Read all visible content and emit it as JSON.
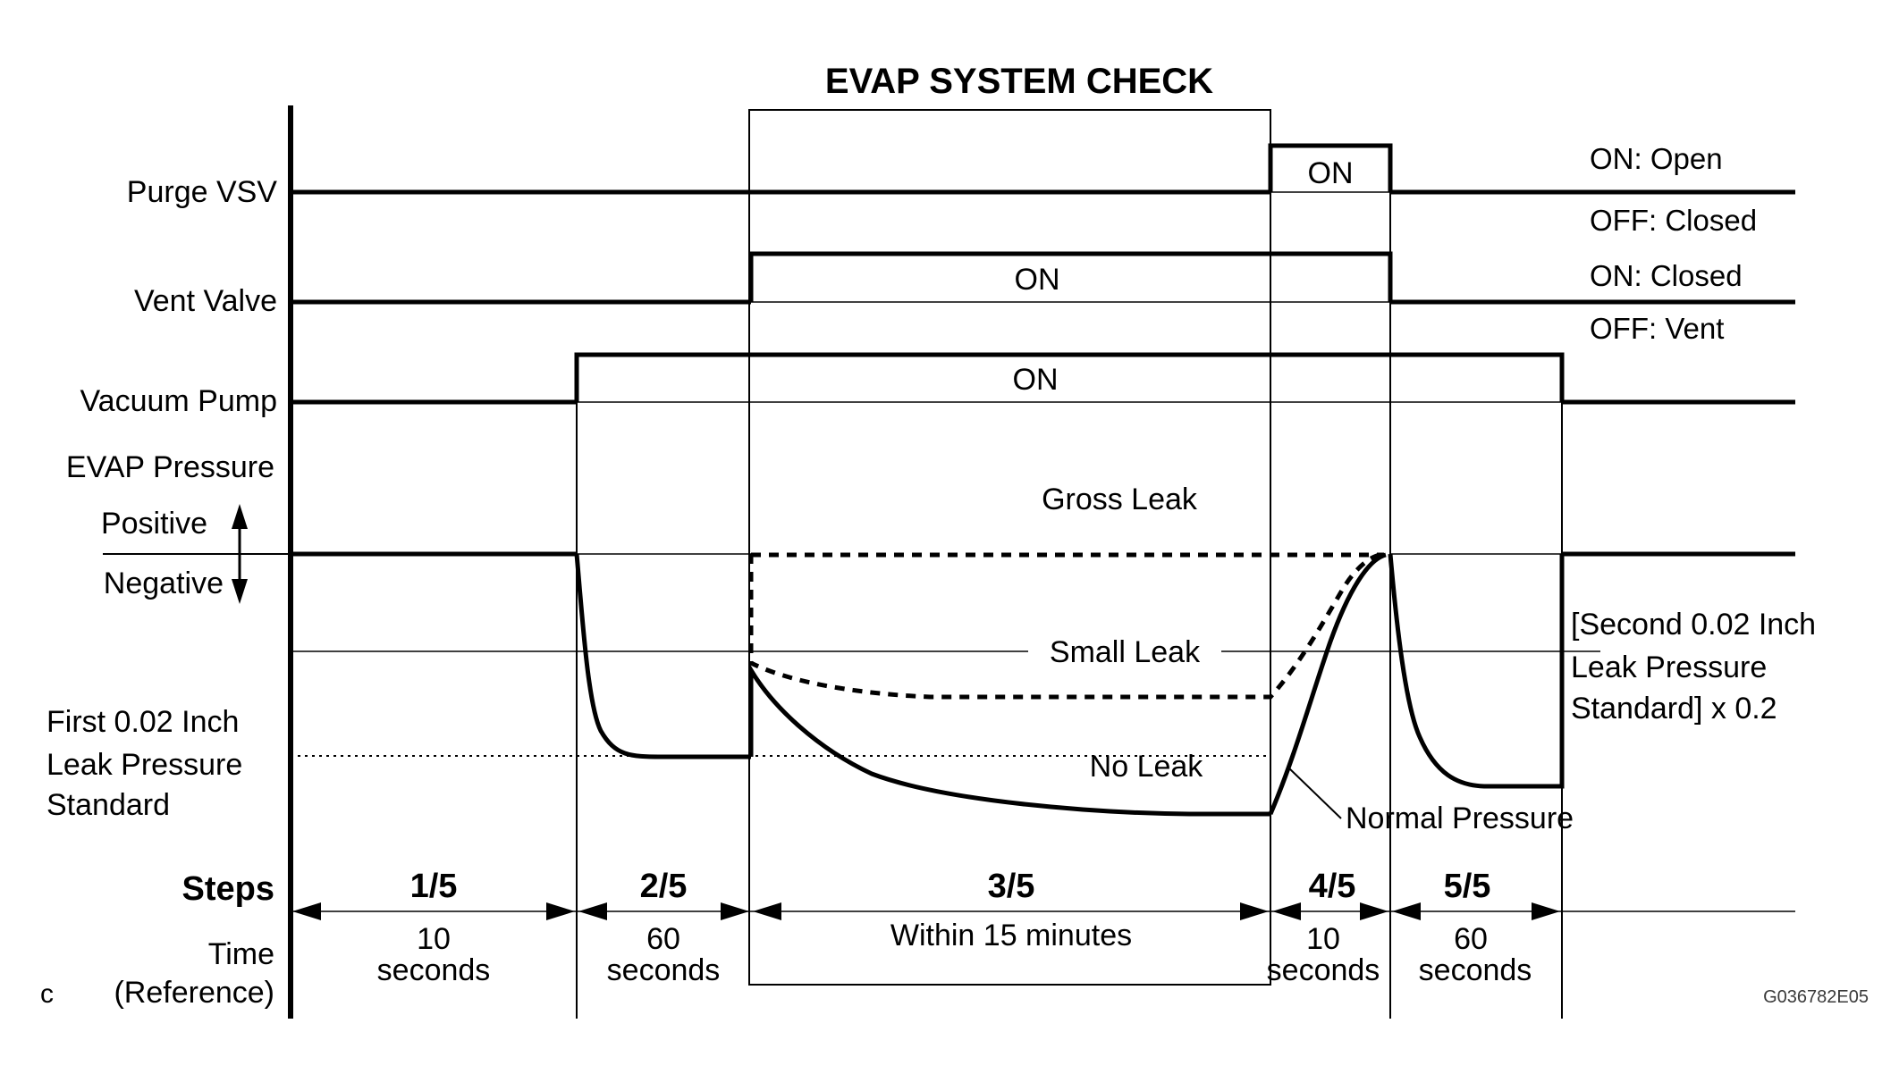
{
  "title": "EVAP SYSTEM CHECK",
  "figure_code": "G036782E05",
  "corner_mark": "c",
  "signals": {
    "purge_vsv": {
      "label": "Purge VSV",
      "pulse_label": "ON",
      "legend_on": "ON: Open",
      "legend_off": "OFF: Closed"
    },
    "vent_valve": {
      "label": "Vent Valve",
      "pulse_label": "ON",
      "legend_on": "ON: Closed",
      "legend_off": "OFF: Vent"
    },
    "vacuum_pump": {
      "label": "Vacuum Pump",
      "pulse_label": "ON"
    }
  },
  "pressure": {
    "axis_label": "EVAP Pressure",
    "positive_label": "Positive",
    "negative_label": "Negative",
    "first_standard_line1": "First 0.02 Inch",
    "first_standard_line2": "Leak Pressure",
    "first_standard_line3": "Standard",
    "second_standard_line1": "[Second 0.02 Inch",
    "second_standard_line2": "Leak Pressure",
    "second_standard_line3": "Standard] x 0.2",
    "gross_leak_label": "Gross Leak",
    "small_leak_label": "Small Leak",
    "no_leak_label": "No Leak",
    "normal_pressure_label": "Normal Pressure"
  },
  "steps": {
    "row_label": "Steps",
    "time_row_label1": "Time",
    "time_row_label2": "(Reference)",
    "items": [
      {
        "step": "1/5",
        "duration_line1": "10",
        "duration_line2": "seconds"
      },
      {
        "step": "2/5",
        "duration_line1": "60",
        "duration_line2": "seconds"
      },
      {
        "step": "3/5",
        "duration_line1": "Within 15 minutes",
        "duration_line2": ""
      },
      {
        "step": "4/5",
        "duration_line1": "10",
        "duration_line2": "seconds"
      },
      {
        "step": "5/5",
        "duration_line1": "60",
        "duration_line2": "seconds"
      }
    ]
  }
}
